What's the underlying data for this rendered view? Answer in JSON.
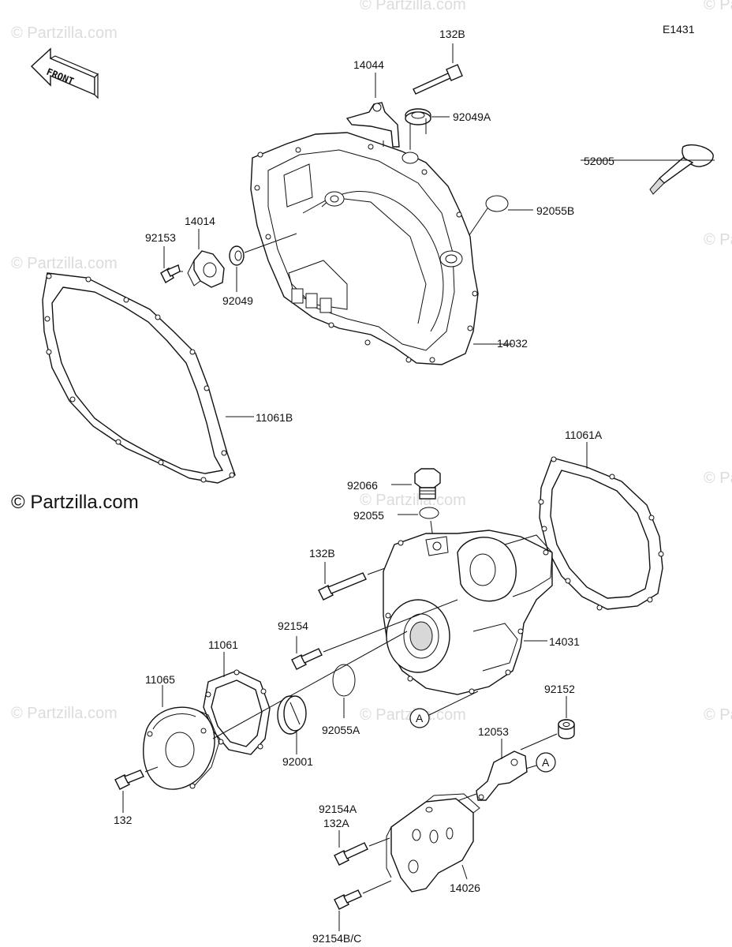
{
  "diagram_code": "E1431",
  "front_label": "FRONT",
  "watermark_text": "© Partzilla.com",
  "copyright_text": "© Partzilla.com",
  "callouts": {
    "p132B_top": "132B",
    "p14044": "14044",
    "p92049A": "92049A",
    "p52005": "52005",
    "p92055B": "92055B",
    "p14014": "14014",
    "p92153": "92153",
    "p92049": "92049",
    "p14032": "14032",
    "p11061B": "11061B",
    "p11061A": "11061A",
    "p92066": "92066",
    "p92055": "92055",
    "p132B_mid": "132B",
    "p92154": "92154",
    "p14031": "14031",
    "p11061": "11061",
    "p11065": "11065",
    "p92001": "92001",
    "p92055A": "92055A",
    "p92152": "92152",
    "p12053": "12053",
    "ref_A1": "A",
    "ref_A2": "A",
    "p132": "132",
    "p92154A": "92154A",
    "p132A": "132A",
    "p14026": "14026",
    "p92154BC": "92154B/C"
  },
  "colors": {
    "line": "#111111",
    "watermark": "#dcdcdc",
    "background": "#ffffff"
  }
}
